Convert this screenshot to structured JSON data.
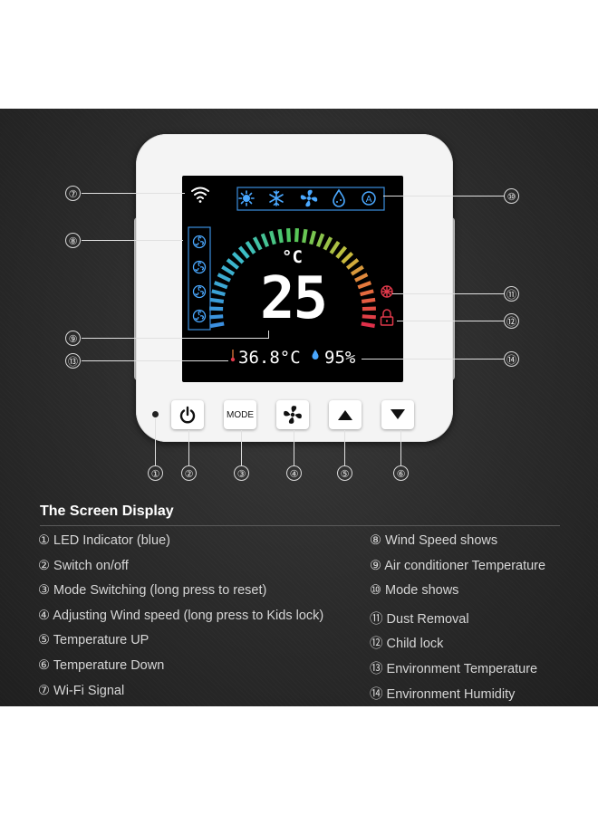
{
  "display": {
    "unit": "°C",
    "set_temperature": "25",
    "env_temperature": "36.8°C",
    "humidity": "95%"
  },
  "callouts": [
    "①",
    "②",
    "③",
    "④",
    "⑤",
    "⑥",
    "⑦",
    "⑧",
    "⑨",
    "⑩",
    "⑪",
    "⑫",
    "⑬",
    "⑭"
  ],
  "buttons": {
    "mode_label": "MODE"
  },
  "colors": {
    "panel": "#2a2a2a",
    "mode_icon_blue": "#4aa8ff",
    "dust_red": "#e0394a",
    "gauge_blue": "#3b8fe0",
    "gauge_green": "#4cc15a",
    "gauge_red": "#e0304a"
  },
  "section_title": "The Screen Display",
  "legend_left": [
    {
      "num": "①",
      "text": "LED Indicator (blue)"
    },
    {
      "num": "②",
      "text": "Switch on/off"
    },
    {
      "num": "③",
      "text": "Mode Switching (long press to reset)"
    },
    {
      "num": "④",
      "text": "Adjusting Wind speed (long press to Kids lock)"
    },
    {
      "num": "⑤",
      "text": "Temperature UP"
    },
    {
      "num": "⑥",
      "text": "Temperature Down"
    },
    {
      "num": "⑦",
      "text": "Wi-Fi Signal"
    }
  ],
  "legend_right": [
    {
      "num": "⑧",
      "text": "Wind Speed shows"
    },
    {
      "num": "⑨",
      "text": "Air conditioner Temperature"
    },
    {
      "num": "⑩",
      "text": "Mode shows"
    },
    {
      "num": "⑪",
      "text": "Dust Removal"
    },
    {
      "num": "⑫",
      "text": "Child lock"
    },
    {
      "num": "⑬",
      "text": "Environment Temperature"
    },
    {
      "num": "⑭",
      "text": "Environment Humidity"
    }
  ]
}
